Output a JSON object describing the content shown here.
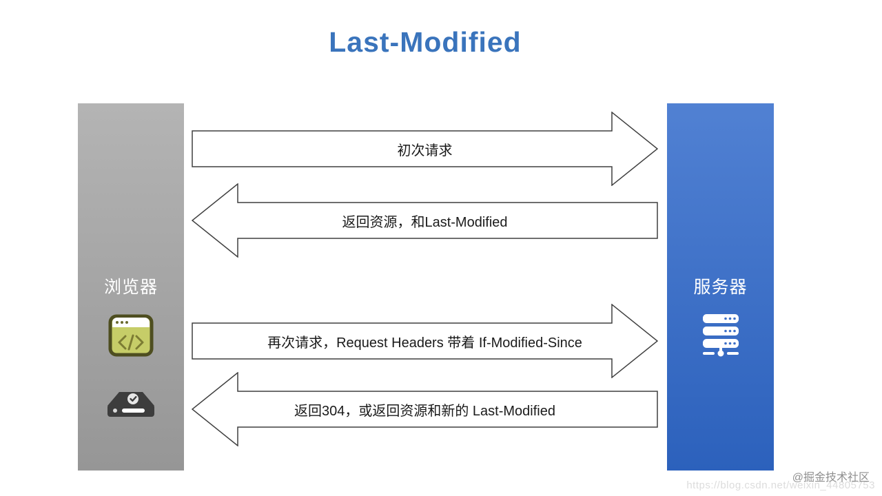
{
  "title": {
    "text": "Last-Modified"
  },
  "columns": {
    "browser": {
      "label": "浏览器"
    },
    "server": {
      "label": "服务器"
    }
  },
  "arrows": [
    {
      "direction": "right",
      "from": "browser",
      "to": "server",
      "label": "初次请求"
    },
    {
      "direction": "left",
      "from": "server",
      "to": "browser",
      "label": "返回资源，和Last-Modified"
    },
    {
      "direction": "right",
      "from": "browser",
      "to": "server",
      "label": "再次请求，Request Headers 带着 If-Modified-Since"
    },
    {
      "direction": "left",
      "from": "server",
      "to": "browser",
      "label": "返回304，或返回资源和新的 Last-Modified"
    }
  ],
  "icons": {
    "browser_window": "browser-window-code-icon",
    "storage": "hard-drive-check-icon",
    "server": "server-stack-network-icon"
  },
  "watermark": {
    "handle": "@掘金技术社区",
    "url": "https://blog.csdn.net/weixin_44805753"
  },
  "colors": {
    "title-blue": "#3a74bc",
    "browser-col-top": "#b4b4b4",
    "browser-col-bottom": "#969696",
    "server-col-top": "#5181d3",
    "server-col-bottom": "#2c61bc",
    "arrow-fill": "#ffffff",
    "arrow-outline": "#3f3f3f",
    "watermark-handle": "#8f8f8f",
    "watermark-url": "#dcdcdc"
  }
}
